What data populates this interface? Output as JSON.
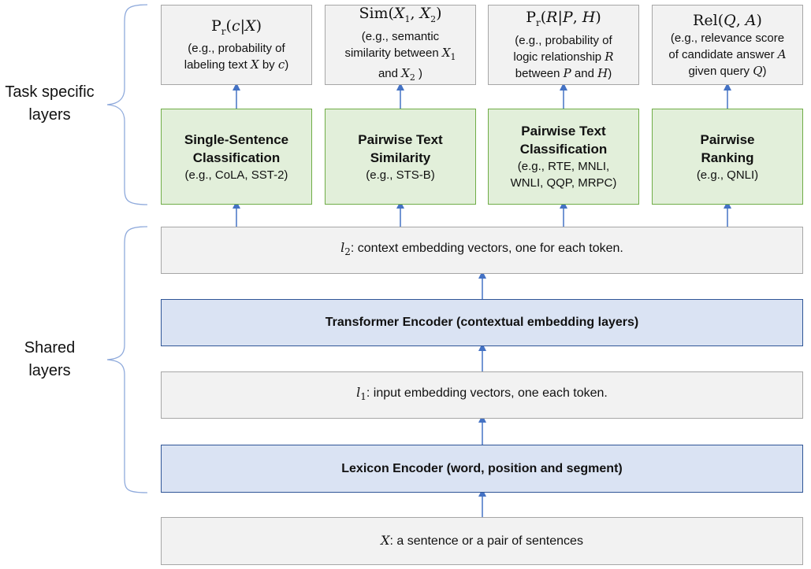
{
  "outputs": [
    {
      "formula": {
        "head": "P",
        "sub": "r",
        "args": [
          {
            "t": "("
          },
          {
            "t": "c",
            "m": true
          },
          {
            "t": "|"
          },
          {
            "t": "X",
            "m": true
          },
          {
            "t": ")"
          }
        ]
      },
      "desc": [
        [
          {
            "t": "(e.g., probability of"
          }
        ],
        [
          {
            "t": "labeling text "
          },
          {
            "t": "X",
            "m": true
          },
          {
            "t": " by "
          },
          {
            "t": "c",
            "m": true
          },
          {
            "t": ")"
          }
        ]
      ]
    },
    {
      "formula": {
        "head": "Sim",
        "sub": "",
        "args": [
          {
            "t": "("
          },
          {
            "t": "X",
            "m": true
          },
          {
            "t": "1",
            "s": true
          },
          {
            "t": ", "
          },
          {
            "t": "X",
            "m": true
          },
          {
            "t": "2",
            "s": true
          },
          {
            "t": ")"
          }
        ]
      },
      "desc": [
        [
          {
            "t": "(e.g., semantic"
          }
        ],
        [
          {
            "t": "similarity between "
          },
          {
            "t": "X",
            "m": true
          },
          {
            "t": "1",
            "s": true
          }
        ],
        [
          {
            "t": "and "
          },
          {
            "t": "X",
            "m": true
          },
          {
            "t": "2",
            "s": true
          },
          {
            "t": " )"
          }
        ]
      ]
    },
    {
      "formula": {
        "head": "P",
        "sub": "r",
        "args": [
          {
            "t": "("
          },
          {
            "t": "R",
            "m": true
          },
          {
            "t": "|"
          },
          {
            "t": "P",
            "m": true
          },
          {
            "t": ", "
          },
          {
            "t": "H",
            "m": true
          },
          {
            "t": ")"
          }
        ]
      },
      "desc": [
        [
          {
            "t": "(e.g., probability of"
          }
        ],
        [
          {
            "t": "logic relationship "
          },
          {
            "t": "R",
            "m": true
          }
        ],
        [
          {
            "t": "between "
          },
          {
            "t": "P",
            "m": true
          },
          {
            "t": " and "
          },
          {
            "t": "H",
            "m": true
          },
          {
            "t": ")"
          }
        ]
      ]
    },
    {
      "formula": {
        "head": "Rel",
        "sub": "",
        "args": [
          {
            "t": "("
          },
          {
            "t": "Q",
            "m": true
          },
          {
            "t": ", "
          },
          {
            "t": "A",
            "m": true
          },
          {
            "t": ")"
          }
        ]
      },
      "desc": [
        [
          {
            "t": "(e.g., relevance score"
          }
        ],
        [
          {
            "t": "of candidate answer "
          },
          {
            "t": "A",
            "m": true
          }
        ],
        [
          {
            "t": "given query "
          },
          {
            "t": "Q",
            "m": true
          },
          {
            "t": ")"
          }
        ]
      ]
    }
  ],
  "tasks": [
    {
      "title": [
        "Single-Sentence",
        "Classification"
      ],
      "examples": [
        "(e.g., CoLA, SST-2)"
      ]
    },
    {
      "title": [
        "Pairwise Text",
        "Similarity"
      ],
      "examples": [
        "(e.g., STS-B)"
      ]
    },
    {
      "title": [
        "Pairwise Text",
        "Classification"
      ],
      "examples": [
        "(e.g., RTE, MNLI,",
        "WNLI, QQP, MRPC)"
      ]
    },
    {
      "title": [
        "Pairwise",
        "Ranking"
      ],
      "examples": [
        "(e.g., QNLI)"
      ]
    }
  ],
  "layers": {
    "l2": {
      "symbol": "l",
      "sub": "2",
      "text": ": context embedding vectors, one for each token."
    },
    "transformer": {
      "text": "Transformer Encoder (contextual embedding layers)"
    },
    "l1": {
      "symbol": "l",
      "sub": "1",
      "text": ": input embedding vectors, one each token."
    },
    "lexicon": {
      "text": "Lexicon Encoder (word, position and segment)"
    },
    "input": {
      "symbol": "X",
      "text": ": a sentence or a pair of sentences"
    }
  },
  "side_labels": {
    "task_specific": [
      "Task specific",
      "layers"
    ],
    "shared": [
      "Shared",
      "layers"
    ]
  },
  "colors": {
    "arrow": "#4472c4",
    "gray_fill": "#f2f2f2",
    "green_fill": "#e2efda",
    "blue_fill": "#dae3f3"
  }
}
